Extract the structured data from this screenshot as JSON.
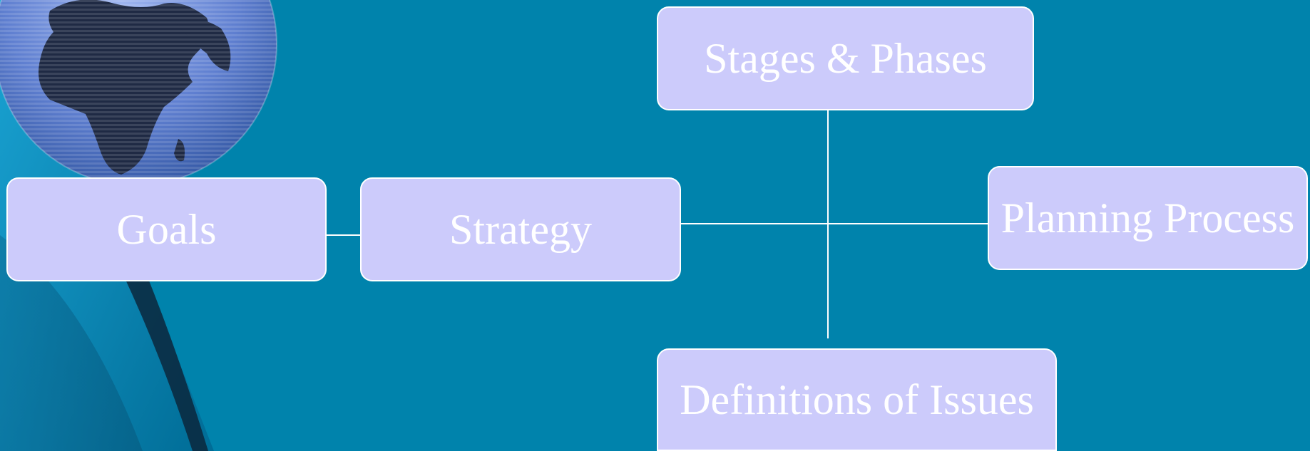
{
  "diagram": {
    "nodes": {
      "goals": "Goals",
      "strategy": "Strategy",
      "stages_phases": "Stages & Phases",
      "planning_process": "Planning Process",
      "definitions_of_issues": "Definitions of Issues"
    }
  },
  "colors": {
    "background": "#0083ac",
    "node_fill": "#cccbfb",
    "node_border": "#ffffff",
    "text": "#ffffff",
    "globe_land": "#1f2a44",
    "globe_ocean": "#5f7fd0"
  },
  "icons": [
    "globe-icon"
  ]
}
